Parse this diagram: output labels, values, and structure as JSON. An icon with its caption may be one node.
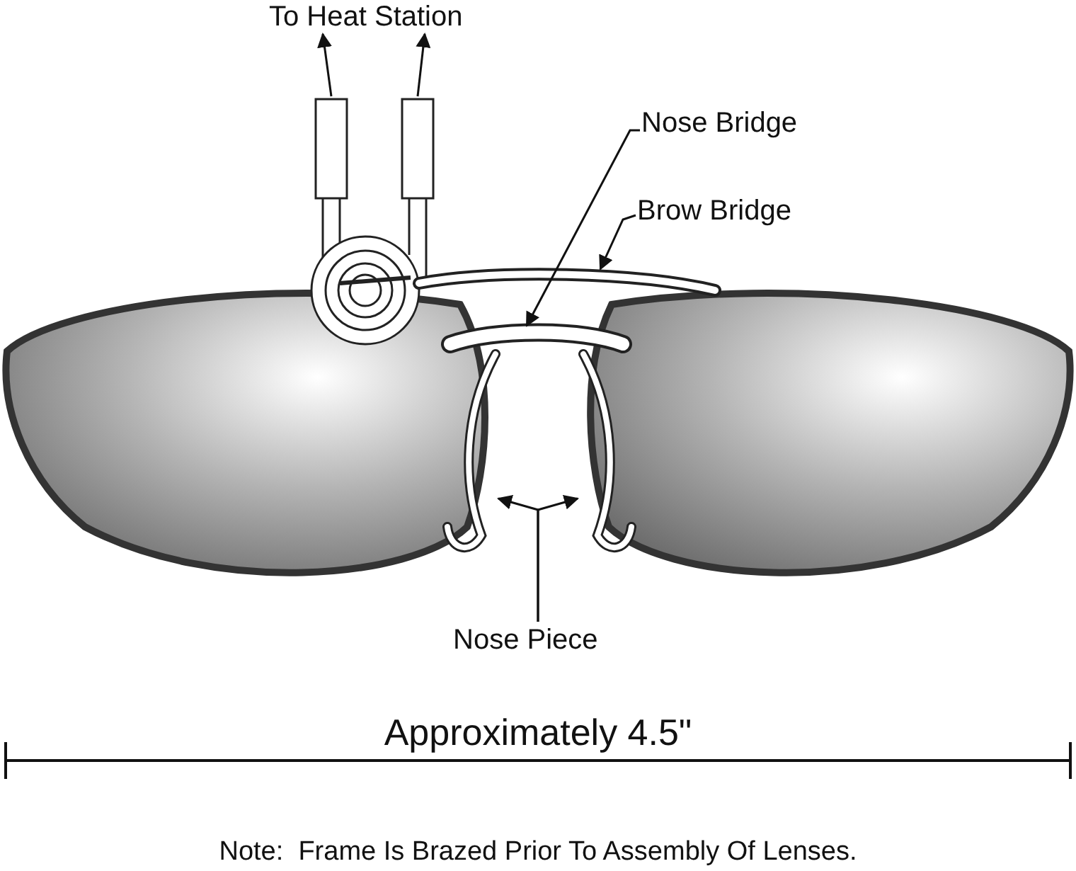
{
  "diagram": {
    "nodes": [
      {
        "text": [
          "To Heat Station"
        ]
      },
      {
        "text": [],
        "shape": "picture"
      },
      {
        "text": [
          "Nose Bridge"
        ]
      },
      {
        "text": [],
        "shape": "bar"
      },
      {
        "text": [
          "Brow Bridge"
        ]
      },
      {
        "text": [],
        "shape": "bar"
      },
      {
        "text": [
          "Nose Piece"
        ]
      },
      {
        "text": [],
        "shape": "bar"
      },
      {
        "text": [],
        "shape": "bar"
      }
    ],
    "edges": [
      {
        "from": 1,
        "to": 0,
        "arrow": "to"
      },
      {
        "from": 1,
        "to": 0,
        "arrow": "to"
      },
      {
        "from": 2,
        "to": 3,
        "arrow": "to"
      },
      {
        "from": 4,
        "to": 5,
        "arrow": "to"
      },
      {
        "from": 6,
        "to": 7,
        "arrow": "to"
      },
      {
        "from": 6,
        "to": 8,
        "arrow": "to"
      }
    ],
    "labels": [
      "Approximately 4.5\"",
      "Note:  Frame Is Brazed Prior To Assembly Of Lenses."
    ]
  }
}
